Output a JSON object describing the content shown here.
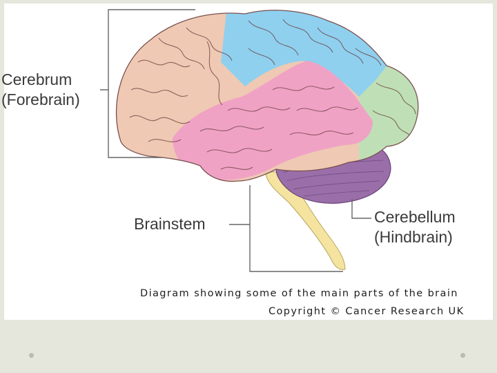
{
  "labels": {
    "cerebrum_line1": "Cerebrum",
    "cerebrum_line2": "(Forebrain)",
    "brainstem": "Brainstem",
    "cerebellum_line1": "Cerebellum",
    "cerebellum_line2": "(Hindbrain)"
  },
  "caption": {
    "line1": "Diagram showing some of the main parts of the brain",
    "line2": "Copyright © Cancer Research UK"
  },
  "colors": {
    "frontal": "#efc9b3",
    "parietal": "#8fd0ef",
    "temporal": "#f0a2c5",
    "occipital": "#bfe0b6",
    "cerebellum": "#9a6fa9",
    "brainstem": "#f4e4a0",
    "background": "#e5e6dc"
  }
}
